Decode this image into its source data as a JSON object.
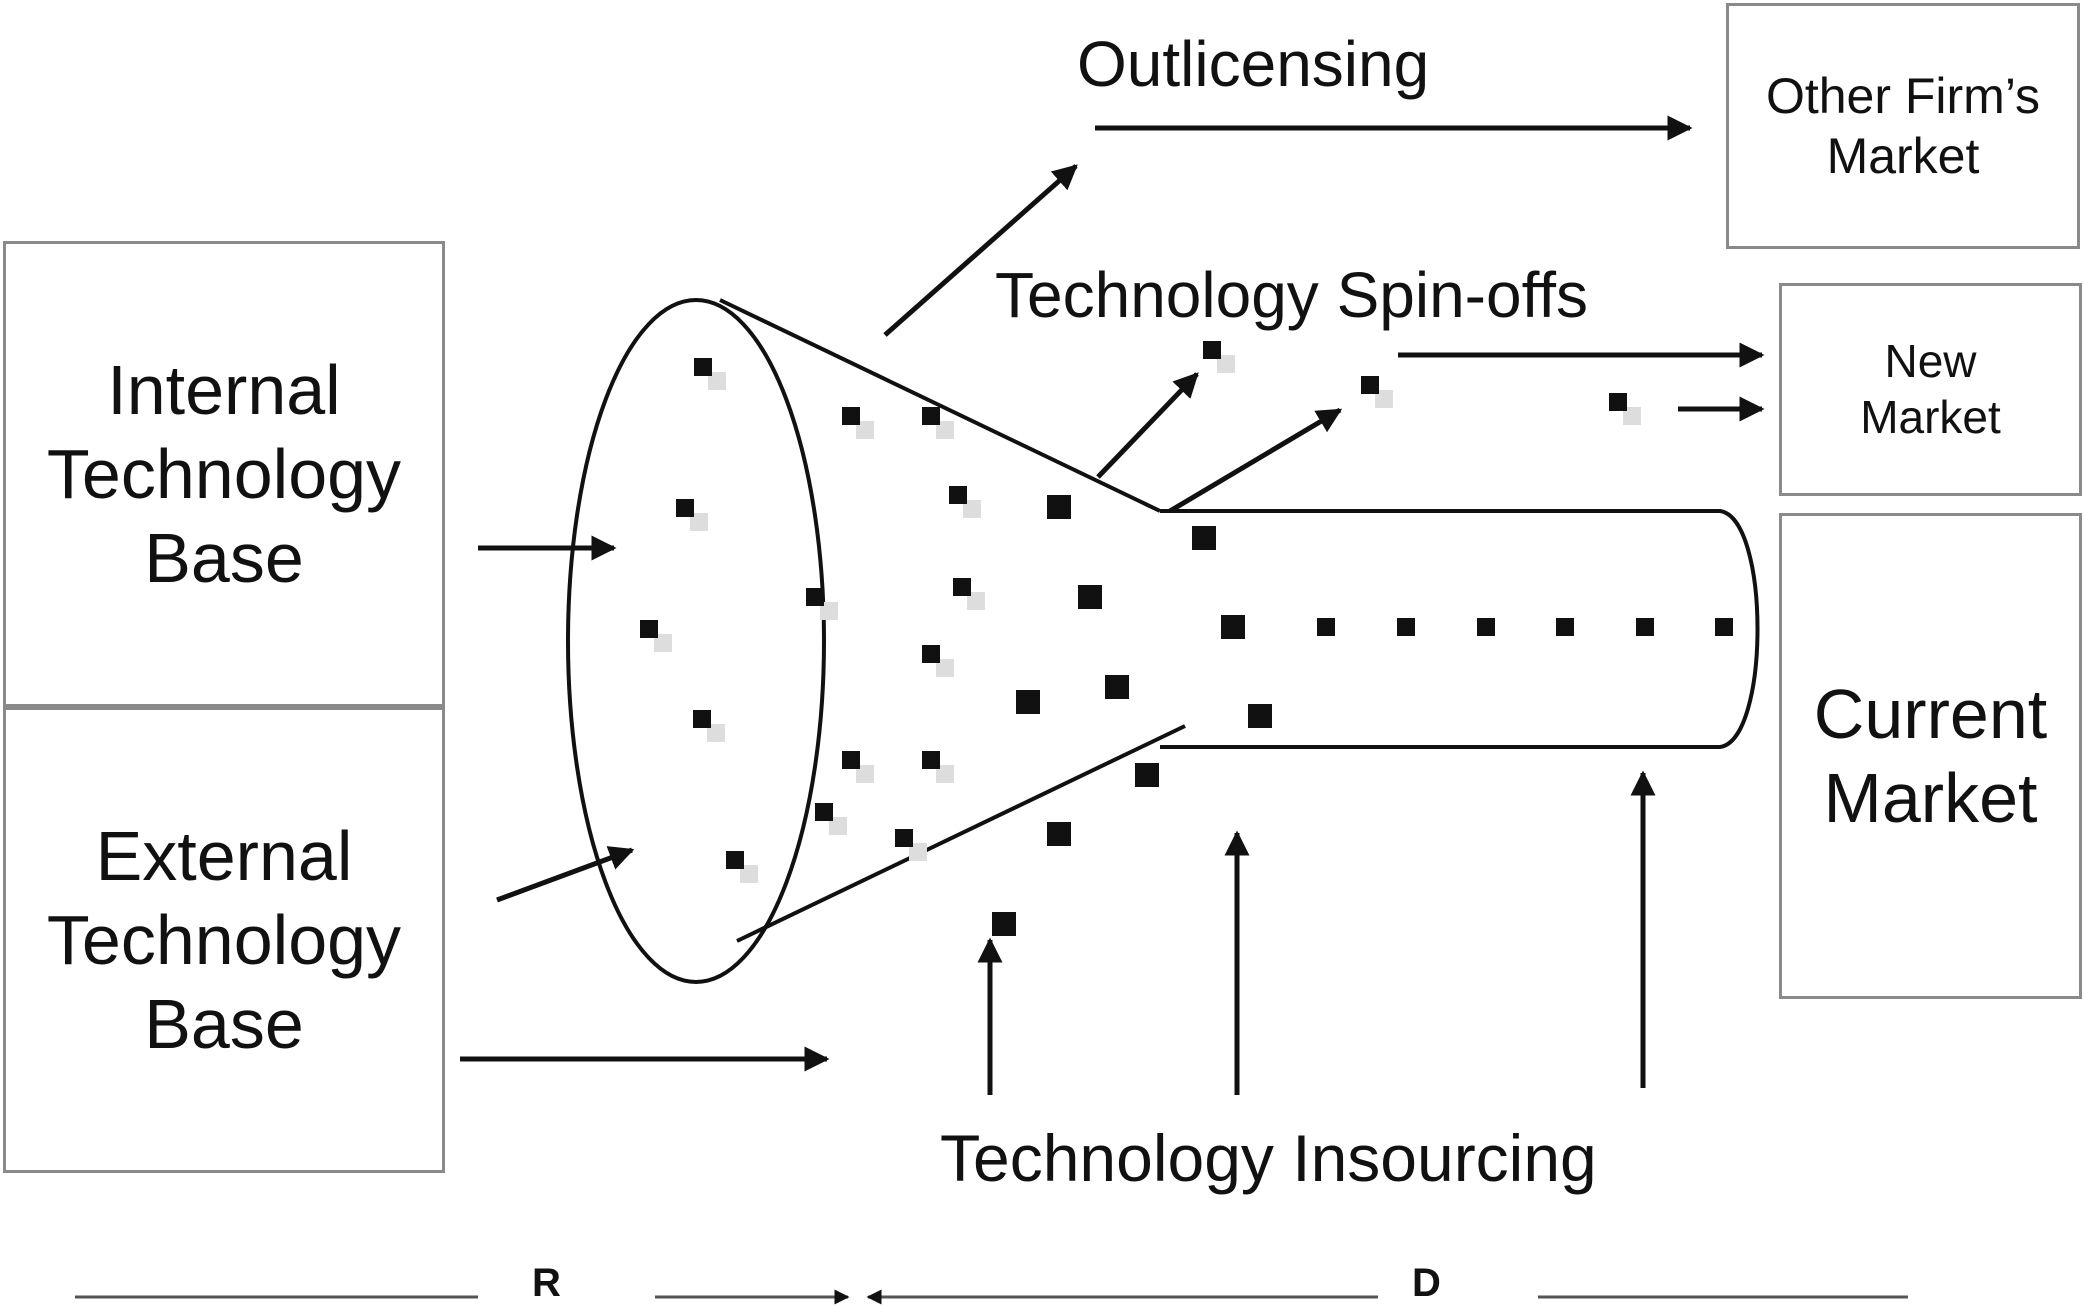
{
  "boxes": {
    "internal": "Internal\nTechnology\nBase",
    "external": "External\nTechnology\nBase",
    "other_firm": "Other Firm’s\nMarket",
    "new_market": "New\nMarket",
    "current_market": "Current\nMarket"
  },
  "labels": {
    "outlicensing": "Outlicensing",
    "spin_offs": "Technology Spin-offs",
    "insourcing": "Technology Insourcing",
    "r": "R",
    "d": "D"
  },
  "colors": {
    "stroke": "#111111",
    "box_border": "#8a8a8a",
    "dot": "#111111",
    "dot_shadow": "#dddddd"
  }
}
